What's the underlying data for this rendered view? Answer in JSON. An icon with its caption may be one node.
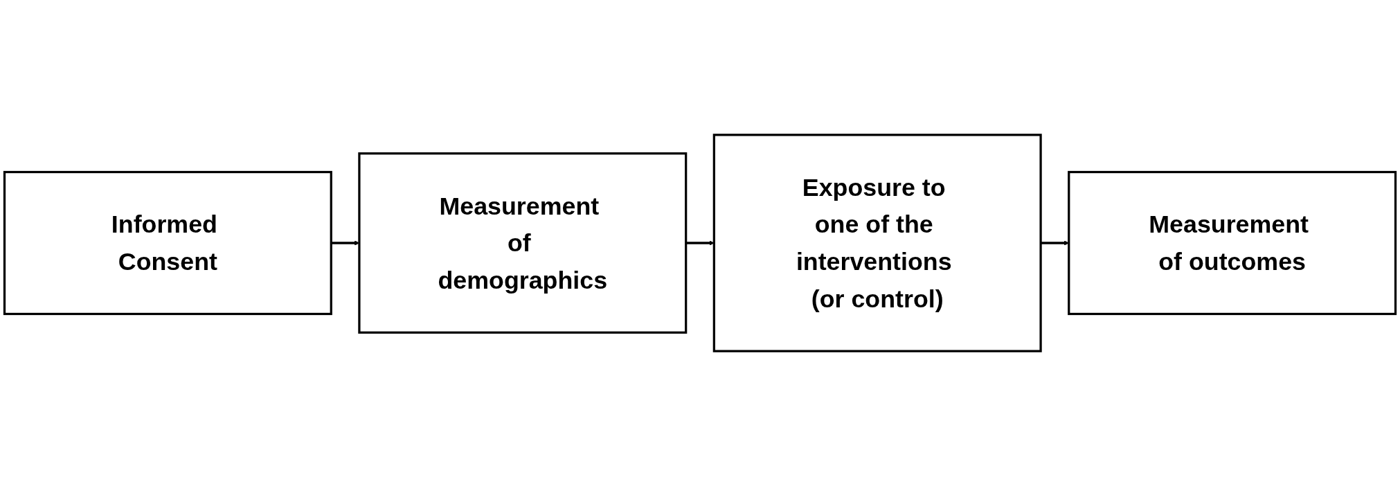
{
  "diagram": {
    "nodes": [
      {
        "text": [
          "Informed Consent"
        ]
      },
      {
        "text": [
          "Measurement of demographics"
        ]
      },
      {
        "text": [
          "Exposure to one of the interventions (or control)"
        ]
      },
      {
        "text": [
          "Measurement of outcomes"
        ]
      }
    ],
    "edges": [
      {
        "from": 0,
        "to": 1,
        "arrow": "to"
      },
      {
        "from": 1,
        "to": 2,
        "arrow": "to"
      },
      {
        "from": 2,
        "to": 3,
        "arrow": "to"
      }
    ]
  }
}
